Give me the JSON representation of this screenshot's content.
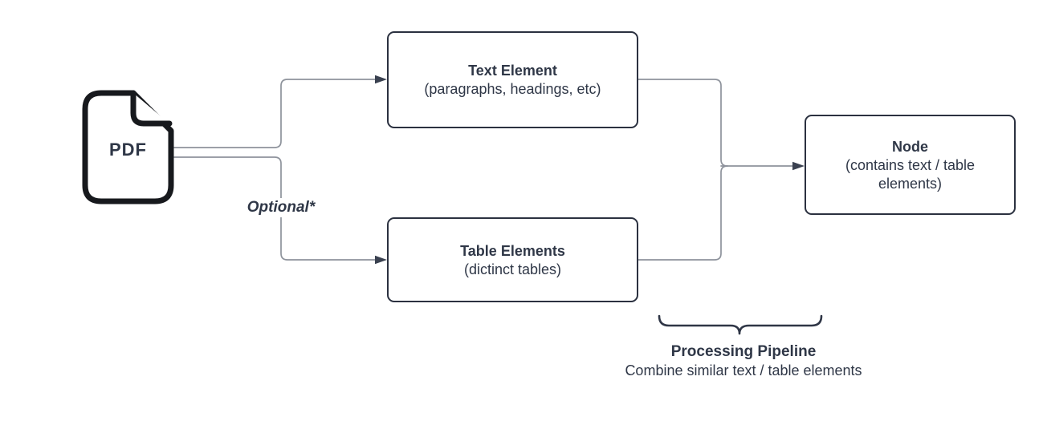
{
  "pdf": {
    "label": "PDF"
  },
  "nodes": {
    "text_element": {
      "title": "Text Element",
      "subtitle": "(paragraphs, headings, etc)"
    },
    "table_elements": {
      "title": "Table Elements",
      "subtitle": "(dictinct tables)"
    },
    "node": {
      "title": "Node",
      "subtitle": "(contains text / table elements)"
    }
  },
  "edges": {
    "optional_label": "Optional*"
  },
  "caption": {
    "title": "Processing Pipeline",
    "subtitle": "Combine similar text / table elements"
  },
  "colors": {
    "background": "#ffffff",
    "box_border": "#2b3140",
    "text": "#2f3747",
    "connector": "#8e939c",
    "arrowhead": "#3a4150",
    "icon_stroke": "#17191d",
    "brace": "#2f3646"
  }
}
